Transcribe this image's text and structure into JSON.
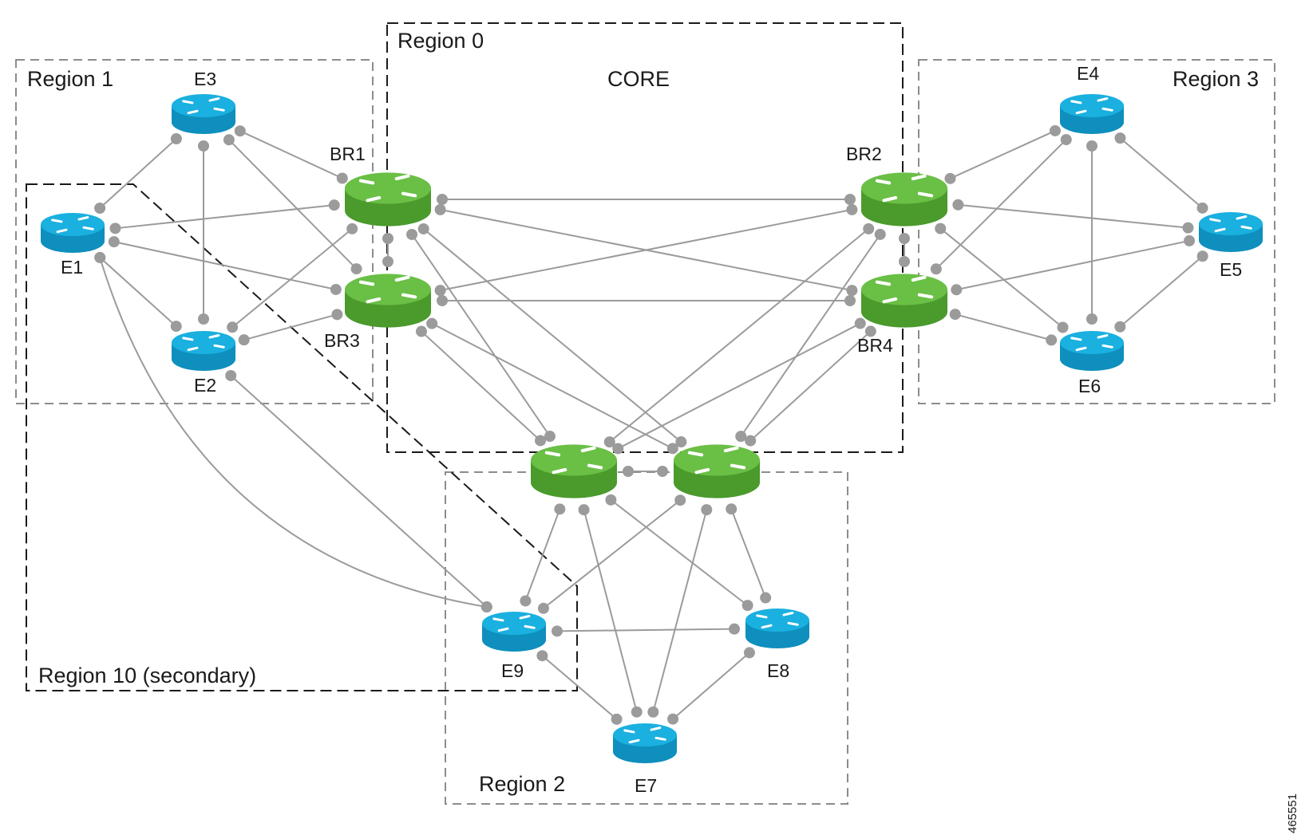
{
  "diagram": {
    "regions": [
      {
        "id": "r0",
        "label": "Region 0",
        "style": "dashed-black"
      },
      {
        "id": "r0core",
        "label": "CORE",
        "style": "none"
      },
      {
        "id": "r1",
        "label": "Region 1",
        "style": "dashed-gray"
      },
      {
        "id": "r3",
        "label": "Region 3",
        "style": "dashed-gray"
      },
      {
        "id": "r2",
        "label": "Region 2",
        "style": "dashed-gray"
      },
      {
        "id": "r10",
        "label": "Region 10 (secondary)",
        "style": "dashed-black"
      }
    ],
    "routers": [
      {
        "id": "E1",
        "label": "E1",
        "kind": "edge"
      },
      {
        "id": "E2",
        "label": "E2",
        "kind": "edge"
      },
      {
        "id": "E3",
        "label": "E3",
        "kind": "edge"
      },
      {
        "id": "E4",
        "label": "E4",
        "kind": "edge"
      },
      {
        "id": "E5",
        "label": "E5",
        "kind": "edge"
      },
      {
        "id": "E6",
        "label": "E6",
        "kind": "edge"
      },
      {
        "id": "E7",
        "label": "E7",
        "kind": "edge"
      },
      {
        "id": "E8",
        "label": "E8",
        "kind": "edge"
      },
      {
        "id": "E9",
        "label": "E9",
        "kind": "edge"
      },
      {
        "id": "BR1",
        "label": "BR1",
        "kind": "border"
      },
      {
        "id": "BR2",
        "label": "BR2",
        "kind": "border"
      },
      {
        "id": "BR3",
        "label": "BR3",
        "kind": "border"
      },
      {
        "id": "BR4",
        "label": "BR4",
        "kind": "border"
      },
      {
        "id": "BR5",
        "label": "",
        "kind": "border"
      },
      {
        "id": "BR6",
        "label": "",
        "kind": "border"
      }
    ],
    "links": [
      [
        "E3",
        "E1"
      ],
      [
        "E3",
        "E2"
      ],
      [
        "E3",
        "BR1"
      ],
      [
        "E3",
        "BR3"
      ],
      [
        "E1",
        "BR1"
      ],
      [
        "E1",
        "BR3"
      ],
      [
        "E1",
        "E2"
      ],
      [
        "E1",
        "E9"
      ],
      [
        "E2",
        "BR1"
      ],
      [
        "E2",
        "BR3"
      ],
      [
        "E2",
        "E9"
      ],
      [
        "BR1",
        "BR3"
      ],
      [
        "BR1",
        "BR2"
      ],
      [
        "BR1",
        "BR4"
      ],
      [
        "BR1",
        "BR5"
      ],
      [
        "BR1",
        "BR6"
      ],
      [
        "BR3",
        "BR2"
      ],
      [
        "BR3",
        "BR4"
      ],
      [
        "BR3",
        "BR5"
      ],
      [
        "BR3",
        "BR6"
      ],
      [
        "BR2",
        "BR4"
      ],
      [
        "BR2",
        "BR5"
      ],
      [
        "BR2",
        "BR6"
      ],
      [
        "BR4",
        "BR5"
      ],
      [
        "BR4",
        "BR6"
      ],
      [
        "BR2",
        "E4"
      ],
      [
        "BR2",
        "E5"
      ],
      [
        "BR2",
        "E6"
      ],
      [
        "BR4",
        "E4"
      ],
      [
        "BR4",
        "E5"
      ],
      [
        "BR4",
        "E6"
      ],
      [
        "E4",
        "E5"
      ],
      [
        "E4",
        "E6"
      ],
      [
        "E5",
        "E6"
      ],
      [
        "BR5",
        "BR6"
      ],
      [
        "BR5",
        "E9"
      ],
      [
        "BR5",
        "E7"
      ],
      [
        "BR5",
        "E8"
      ],
      [
        "BR6",
        "E9"
      ],
      [
        "BR6",
        "E7"
      ],
      [
        "BR6",
        "E8"
      ],
      [
        "E9",
        "E8"
      ],
      [
        "E9",
        "E7"
      ],
      [
        "E8",
        "E7"
      ]
    ],
    "colors": {
      "edge_router": "#1ab0e0",
      "edge_router_dark": "#0e8fbd",
      "border_router": "#6abf45",
      "border_router_dark": "#4a9a2c",
      "link": "#9b9b9b",
      "region_black": "#1a1a1a",
      "region_gray": "#8c8c8c"
    },
    "figure_id": "465551"
  }
}
